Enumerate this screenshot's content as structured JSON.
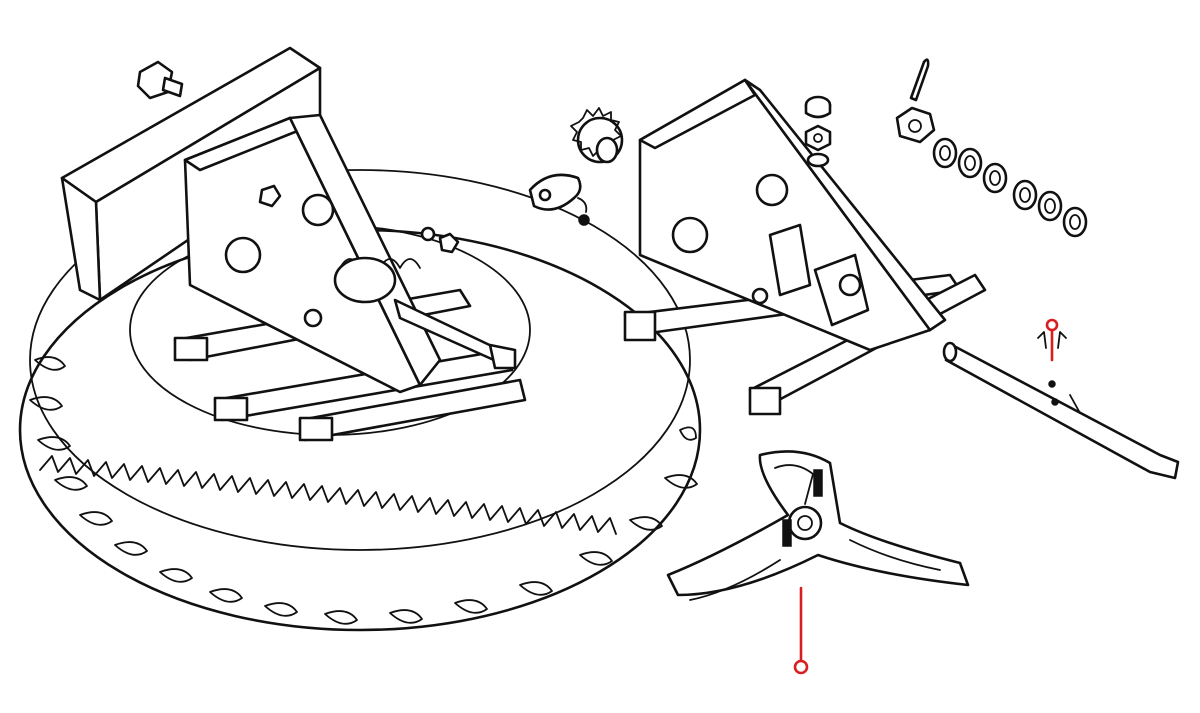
{
  "diagram": {
    "type": "exploded-parts-illustration",
    "line_color": "#111111",
    "highlight_color": "#d81e1e",
    "background": "#ffffff",
    "components": [
      {
        "name": "spare-tire",
        "icon": "tire-icon"
      },
      {
        "name": "frame-crossmember",
        "icon": "i-beam-icon"
      },
      {
        "name": "spare-carrier-assembled",
        "icon": "bracket-icon"
      },
      {
        "name": "spare-carrier-bracket",
        "icon": "bracket-icon"
      },
      {
        "name": "carrier-shaft",
        "icon": "shaft-icon"
      },
      {
        "name": "three-arm-spider-plate",
        "icon": "spider-plate-icon"
      },
      {
        "name": "hex-bolt",
        "icon": "bolt-icon"
      },
      {
        "name": "sprocket",
        "icon": "gear-icon"
      },
      {
        "name": "cam-lever",
        "icon": "lever-icon"
      },
      {
        "name": "spring-clip",
        "icon": "clip-icon"
      },
      {
        "name": "castle-nut",
        "icon": "nut-icon"
      },
      {
        "name": "cotter-pin",
        "icon": "pin-icon"
      },
      {
        "name": "washer-stack",
        "icon": "washer-icon",
        "count": 6
      },
      {
        "name": "cap-nut",
        "icon": "cap-icon"
      },
      {
        "name": "hex-nut",
        "icon": "nut-icon"
      },
      {
        "name": "lock-washer",
        "icon": "washer-icon"
      }
    ],
    "highlighted_parts": [
      {
        "name": "cotter-pin-long",
        "icon": "cotter-pin-icon",
        "highlighted": true
      },
      {
        "name": "spring-clip-pin",
        "icon": "clip-pin-icon",
        "highlighted": true
      }
    ]
  }
}
